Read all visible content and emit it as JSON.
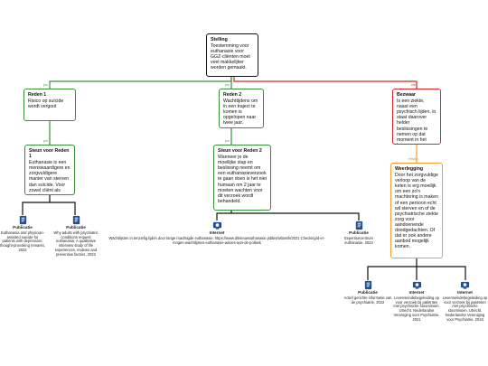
{
  "colors": {
    "black": "#111111",
    "green": "#3a8f3a",
    "red": "#d22a2a",
    "orange": "#f0a030",
    "icon_blue": "#1f4f8f"
  },
  "stelling": {
    "title": "Stelling",
    "text": "Toestemming voor euthanasie voor GGZ-cliënten moet veel makkelijker worden gemaakt."
  },
  "reden1": {
    "badge": "pro",
    "title": "Reden 1",
    "text": "Risico op suïcide wordt vergoot"
  },
  "steun1": {
    "badge": "pro",
    "title": "Steun voor Reden 1",
    "text": "Euthanasie is een menswaardigere en zorgvuldigere manier van sterven dan suïcide. Voor zowel cliënt als naasten."
  },
  "reden2": {
    "badge": "pro",
    "title": "Reden 2",
    "text": "Wachttijdens om in een traject te komen is opgelopen naar twee jaar."
  },
  "steun2": {
    "badge": "pro",
    "title": "Steun voor Reden 2",
    "text": "Wanneer je de moeilijke stap en beslissing neemt om een euthanasieverzoek te gaan doen is het niet humaan om 2 jaar te moeten wachten voor dit verzoek wordt behandeld."
  },
  "bezwaar": {
    "badge": "con",
    "title": "Bezwaar",
    "text": "Is een ziekte, naast een psychisch lijden, in staat daarover helder beslissingen te nemen op dat moment in het leven."
  },
  "weerlegging": {
    "badge": "rebuttal",
    "title": "Weerlegging",
    "text": "Door het zorgvuldige verloop van de keten is erg moeilijk om een zo'n machtering is maken of een persoon echt wil sterven en of de psychiatrische ziekte zorg voor aandoenende doodgedachten. Of dat er ook andere aanbod mogelijk komen."
  },
  "sources": {
    "s1": {
      "title": "Publicatie",
      "text": "Euthanasia and physician-assisted suicide for patients with depression: thought-provoking remarks, 2022"
    },
    "s2": {
      "title": "Publicatie",
      "text": "Why adults with psychiatric conditions request euthanasia: A qualitative interview study of life experiences, motives and preventive factors, 2023"
    },
    "s3": {
      "title": "Internet",
      "text": "Wachtlijsten in tenziefig lijden door lange machtigde euthanasie. https://www.ditnieuwsuthanasie.jsbbis/wtlam/k/2021 Checking/d-er-mogen-wachtlijsten-euthanasie-advies-aan-de-politiek"
    },
    "s4": {
      "title": "Publicatie",
      "text": "Expertisecentrum euthanasie, 2023"
    },
    "s5": {
      "title": "Publicatie",
      "text": "Actief gerichte informatie van de psychiatrie, 2022"
    },
    "s6": {
      "title": "Internet",
      "text": "Levenseindebegeleiding op voor verzoek bij patiënten met psychische stoornissen. Utrecht. Nederlandse Vereniging voor Psychiatrie, 2021"
    },
    "s7": {
      "title": "Internet",
      "text": "Levenseindebegeleiding op voor verzoek bij patiënten met psychische stoornissen. Utrecht. Nederlandse Vereniging voor Psychiatrie, 2018"
    }
  }
}
